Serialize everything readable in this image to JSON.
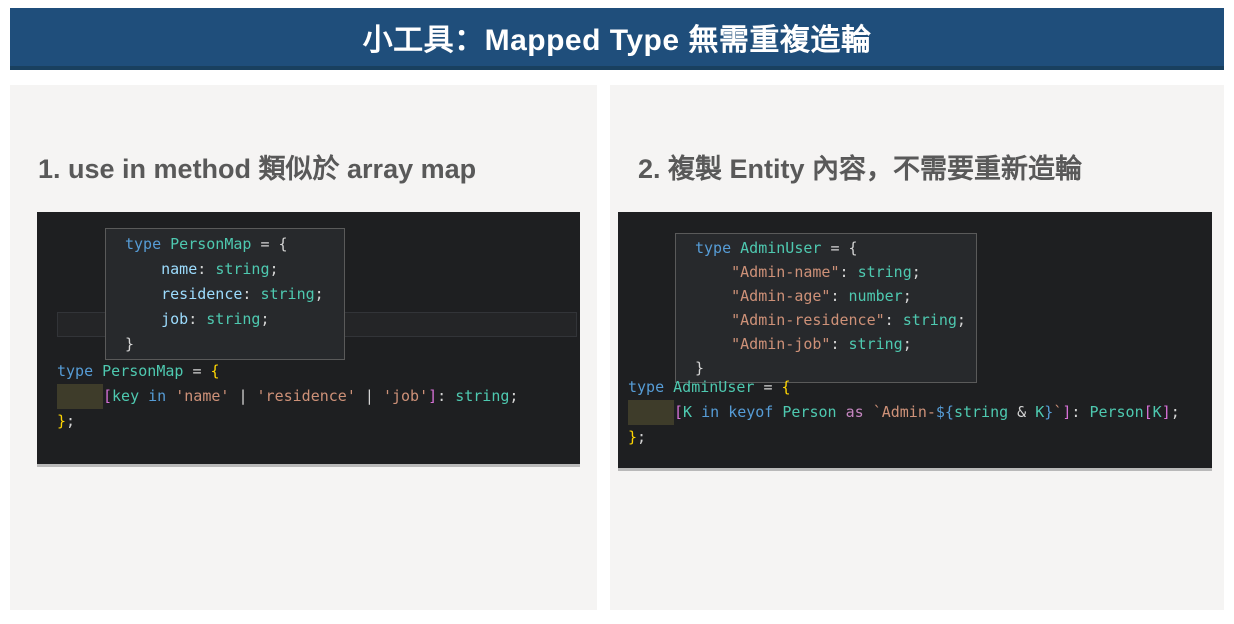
{
  "header": {
    "title": "小工具：Mapped Type 無需重複造輪"
  },
  "panels": [
    {
      "heading": "1. use in method 類似於 array map",
      "tooltip_lines": [
        [
          [
            "kw",
            "type"
          ],
          [
            "pun",
            " "
          ],
          [
            "type",
            "PersonMap"
          ],
          [
            "pun",
            " = {"
          ]
        ],
        [
          [
            "pun",
            "    "
          ],
          [
            "prop",
            "name"
          ],
          [
            "pun",
            ": "
          ],
          [
            "type",
            "string"
          ],
          [
            "pun",
            ";"
          ]
        ],
        [
          [
            "pun",
            "    "
          ],
          [
            "prop",
            "residence"
          ],
          [
            "pun",
            ": "
          ],
          [
            "type",
            "string"
          ],
          [
            "pun",
            ";"
          ]
        ],
        [
          [
            "pun",
            "    "
          ],
          [
            "prop",
            "job"
          ],
          [
            "pun",
            ": "
          ],
          [
            "type",
            "string"
          ],
          [
            "pun",
            ";"
          ]
        ],
        [
          [
            "pun",
            "}"
          ]
        ]
      ],
      "code_lines": [
        [
          [
            "kw",
            "type"
          ],
          [
            "pun",
            " "
          ],
          [
            "type",
            "PersonMap"
          ],
          [
            "pun",
            " = "
          ],
          [
            "gold",
            "{"
          ]
        ],
        [
          [
            "sel",
            ""
          ],
          [
            "pink",
            "["
          ],
          [
            "type",
            "key"
          ],
          [
            "pun",
            " "
          ],
          [
            "kw",
            "in"
          ],
          [
            "pun",
            " "
          ],
          [
            "str",
            "'name'"
          ],
          [
            "pun",
            " | "
          ],
          [
            "str",
            "'residence'"
          ],
          [
            "pun",
            " | "
          ],
          [
            "str",
            "'job'"
          ],
          [
            "pink",
            "]"
          ],
          [
            "pun",
            ": "
          ],
          [
            "type",
            "string"
          ],
          [
            "pun",
            ";"
          ]
        ],
        [
          [
            "gold",
            "}"
          ],
          [
            "pun",
            ";"
          ]
        ]
      ]
    },
    {
      "heading": "2. 複製 Entity 內容，不需要重新造輪",
      "tooltip_lines": [
        [
          [
            "kw",
            "type"
          ],
          [
            "pun",
            " "
          ],
          [
            "type",
            "AdminUser"
          ],
          [
            "pun",
            " = {"
          ]
        ],
        [
          [
            "pun",
            "    "
          ],
          [
            "str",
            "\"Admin-name\""
          ],
          [
            "pun",
            ": "
          ],
          [
            "type",
            "string"
          ],
          [
            "pun",
            ";"
          ]
        ],
        [
          [
            "pun",
            "    "
          ],
          [
            "str",
            "\"Admin-age\""
          ],
          [
            "pun",
            ": "
          ],
          [
            "type",
            "number"
          ],
          [
            "pun",
            ";"
          ]
        ],
        [
          [
            "pun",
            "    "
          ],
          [
            "str",
            "\"Admin-residence\""
          ],
          [
            "pun",
            ": "
          ],
          [
            "type",
            "string"
          ],
          [
            "pun",
            ";"
          ]
        ],
        [
          [
            "pun",
            "    "
          ],
          [
            "str",
            "\"Admin-job\""
          ],
          [
            "pun",
            ": "
          ],
          [
            "type",
            "string"
          ],
          [
            "pun",
            ";"
          ]
        ],
        [
          [
            "pun",
            "}"
          ]
        ]
      ],
      "code_lines": [
        [
          [
            "kw",
            "type"
          ],
          [
            "pun",
            " "
          ],
          [
            "type",
            "AdminUser"
          ],
          [
            "pun",
            " = "
          ],
          [
            "gold",
            "{"
          ]
        ],
        [
          [
            "sel",
            ""
          ],
          [
            "pink",
            "["
          ],
          [
            "type",
            "K"
          ],
          [
            "pun",
            " "
          ],
          [
            "kw",
            "in"
          ],
          [
            "pun",
            " "
          ],
          [
            "kw",
            "keyof"
          ],
          [
            "pun",
            " "
          ],
          [
            "type",
            "Person"
          ],
          [
            "pun",
            " "
          ],
          [
            "ctrl",
            "as"
          ],
          [
            "pun",
            " "
          ],
          [
            "str",
            "`Admin-"
          ],
          [
            "tmpl",
            "${"
          ],
          [
            "type",
            "string"
          ],
          [
            "pun",
            " & "
          ],
          [
            "type",
            "K"
          ],
          [
            "tmpl",
            "}"
          ],
          [
            "str",
            "`"
          ],
          [
            "pink",
            "]"
          ],
          [
            "pun",
            ": "
          ],
          [
            "type",
            "Person"
          ],
          [
            "pink",
            "["
          ],
          [
            "type",
            "K"
          ],
          [
            "pink",
            "]"
          ],
          [
            "pun",
            ";"
          ]
        ],
        [
          [
            "gold",
            "}"
          ],
          [
            "pun",
            ";"
          ]
        ]
      ]
    }
  ],
  "colors": {
    "page_bg": "#ffffff",
    "header_bg": "#1f4e7b",
    "header_border": "#19405f",
    "header_text": "#ffffff",
    "panel_bg": "#f5f4f3",
    "heading_text": "#595959",
    "code_bg": "#1e1f21",
    "shot_shadow": "#b9b9b9",
    "tooltip_bg": "#27292c",
    "tooltip_border": "#5a5a5a",
    "linehl_bg": "#242527",
    "linehl_border": "#323438",
    "sel_bg": "#3e3c2a",
    "tok_kw": "#569cd6",
    "tok_ctrl": "#c586c0",
    "tok_type": "#4ec9b0",
    "tok_prop": "#9cdcfe",
    "tok_str": "#ce9178",
    "tok_pun": "#d4d4d4",
    "tok_gold": "#ffd602",
    "tok_pink": "#d670d6",
    "tok_tmpl": "#569cd6"
  }
}
